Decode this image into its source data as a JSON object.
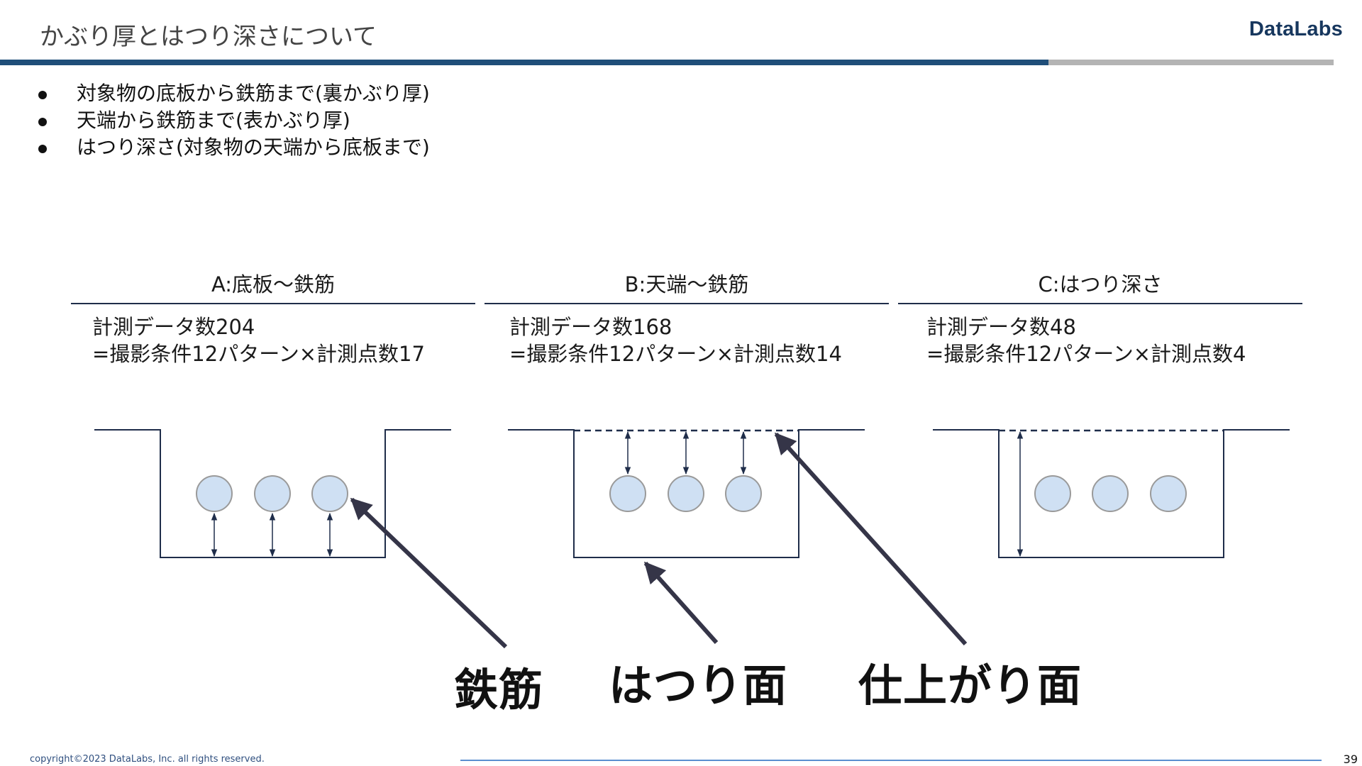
{
  "header": {
    "title": "かぶり厚とはつり深さについて",
    "brand": "DataLabs"
  },
  "bullets": [
    "対象物の底板から鉄筋まで(裏かぶり厚)",
    "天端から鉄筋まで(表かぶり厚)",
    "はつり深さ(対象物の天端から底板まで)"
  ],
  "columns": [
    {
      "heading": "A:底板〜鉄筋",
      "info_line1": "計測データ数204",
      "info_line2": "=撮影条件12パターン×計測点数17"
    },
    {
      "heading": "B:天端〜鉄筋",
      "info_line1": "計測データ数168",
      "info_line2": "=撮影条件12パターン×計測点数14"
    },
    {
      "heading": "C:はつり深さ",
      "info_line1": "計測データ数48",
      "info_line2": "=撮影条件12パターン×計測点数4"
    }
  ],
  "labels": {
    "rebar": "鉄筋",
    "chipped_surface": "はつり面",
    "finished_surface": "仕上がり面"
  },
  "colors": {
    "accent": "#1f4e79",
    "line": "#1f2d4a",
    "rebar_fill": "#cfe0f3",
    "arrow": "#353548"
  },
  "footer": {
    "copyright": "copyright©2023 DataLabs, Inc. all rights reserved.",
    "page": "39"
  }
}
